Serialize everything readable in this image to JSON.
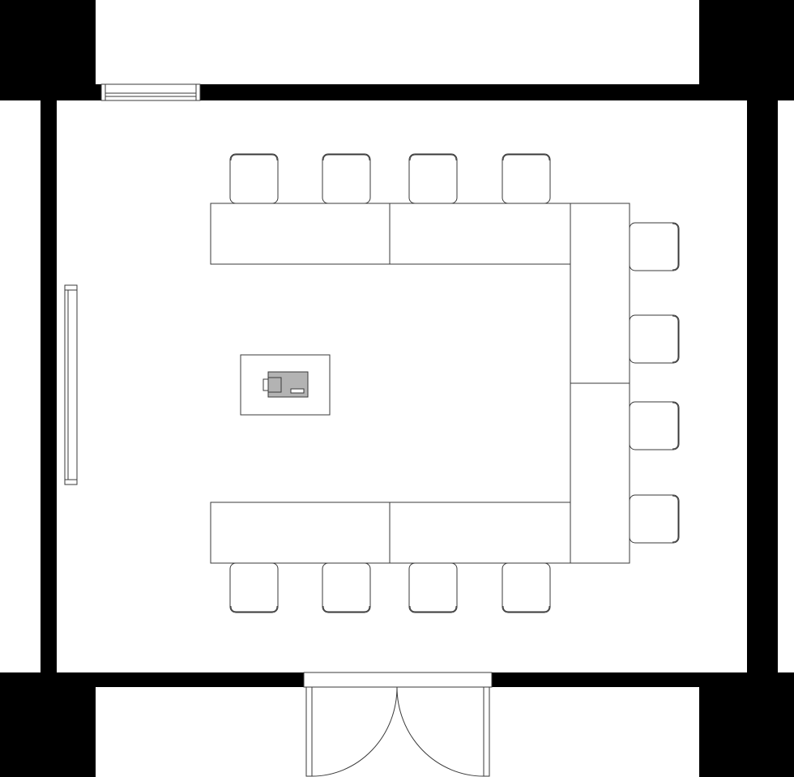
{
  "plan": {
    "wall_color": "#000000",
    "line_color": "#3a3a3a",
    "floor_color": "#ffffff",
    "projector_fill": "#b3b3b3",
    "top_row_chairs": 4,
    "bottom_row_chairs": 4,
    "right_column_chairs": 4,
    "table_segments": 6,
    "door_leaves": 2
  }
}
